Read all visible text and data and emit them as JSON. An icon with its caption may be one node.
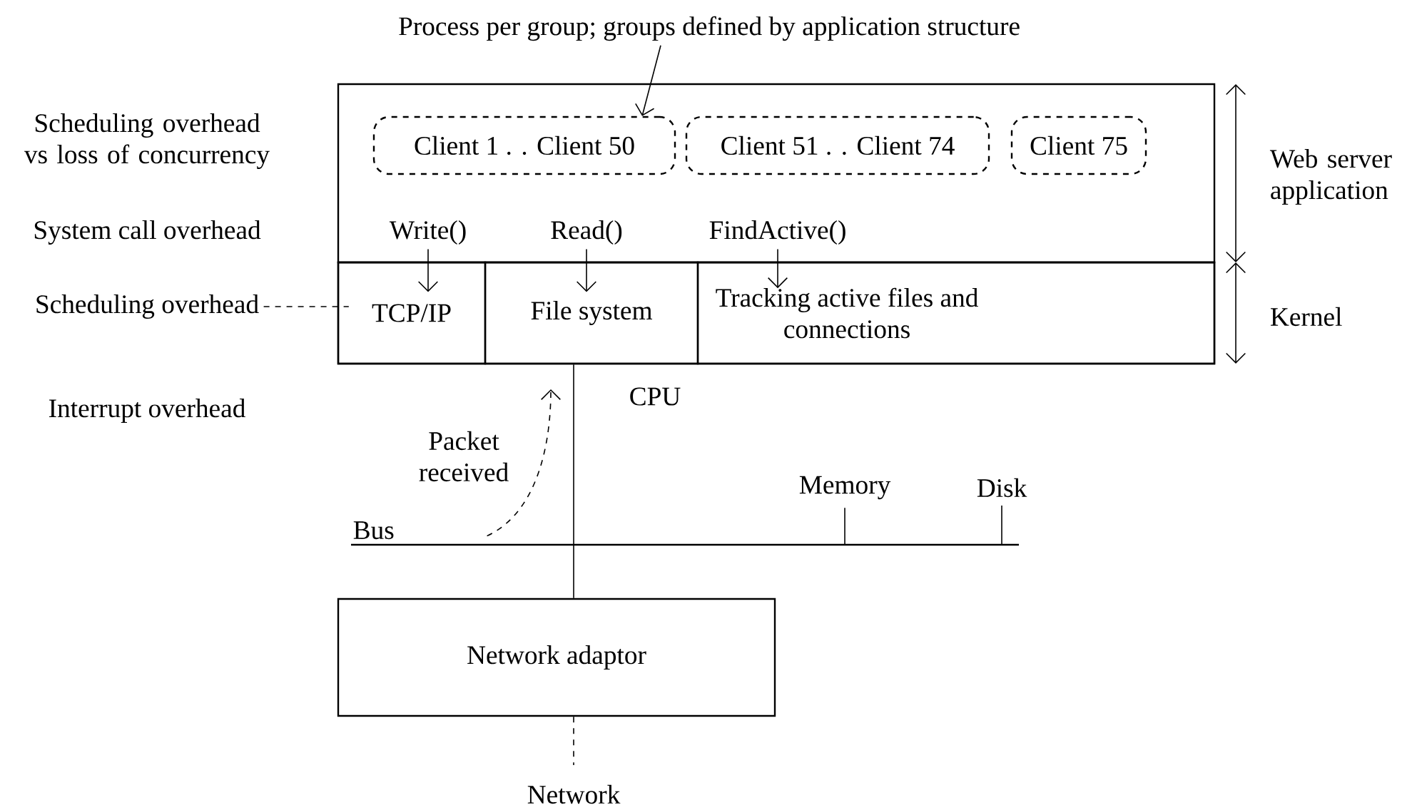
{
  "diagram": {
    "nodes": [
      {
        "text": [
          "Process per group; groups defined by application structure"
        ]
      },
      {
        "text": [],
        "shape": "box",
        "beside": [
          "Web server application"
        ]
      },
      {
        "text": [
          "Client 1 . . Client 50"
        ],
        "in": 1
      },
      {
        "text": [
          "Client 51 . . Client 74"
        ],
        "in": 1
      },
      {
        "text": [
          "Client 75"
        ],
        "in": 1
      },
      {
        "text": [
          "Write()"
        ],
        "in": 1
      },
      {
        "text": [
          "Read()"
        ],
        "in": 1
      },
      {
        "text": [
          "FindActive()"
        ],
        "in": 1
      },
      {
        "text": [],
        "shape": "box",
        "beside": [
          "Kernel"
        ]
      },
      {
        "text": [
          "TCP/IP"
        ],
        "in": 8
      },
      {
        "text": [
          "File system"
        ],
        "in": 8
      },
      {
        "text": [
          "Tracking active files and connections"
        ],
        "in": 8
      },
      {
        "text": [
          "Scheduling overhead"
        ]
      },
      {
        "text": [
          "Memory"
        ]
      },
      {
        "text": [
          "Disk"
        ]
      },
      {
        "text": [
          "Bus"
        ]
      },
      {
        "text": [
          "Network adaptor"
        ]
      },
      {
        "text": [
          "Network"
        ]
      }
    ],
    "edges": [
      {
        "from": 0,
        "to": 2,
        "arrow": "to"
      },
      {
        "from": 5,
        "to": 9,
        "arrow": "to"
      },
      {
        "from": 6,
        "to": 10,
        "arrow": "to"
      },
      {
        "from": 7,
        "to": 11,
        "arrow": "to"
      },
      {
        "from": 12,
        "to": 9,
        "arrow": "none",
        "style": "dashed"
      },
      {
        "from": 10,
        "to": 15,
        "arrow": "none"
      },
      {
        "from": 15,
        "to": 16,
        "arrow": "none"
      },
      {
        "from": 13,
        "to": 15,
        "arrow": "none"
      },
      {
        "from": 14,
        "to": 15,
        "arrow": "none"
      },
      {
        "from": 15,
        "to": 10,
        "arrow": "to",
        "style": "dashed",
        "label": "Packet received"
      },
      {
        "from": 16,
        "to": 17,
        "arrow": "none",
        "style": "dashed"
      }
    ],
    "labels": [
      "Scheduling overhead vs loss of concurrency",
      "System call overhead",
      "Interrupt overhead",
      "CPU"
    ]
  }
}
